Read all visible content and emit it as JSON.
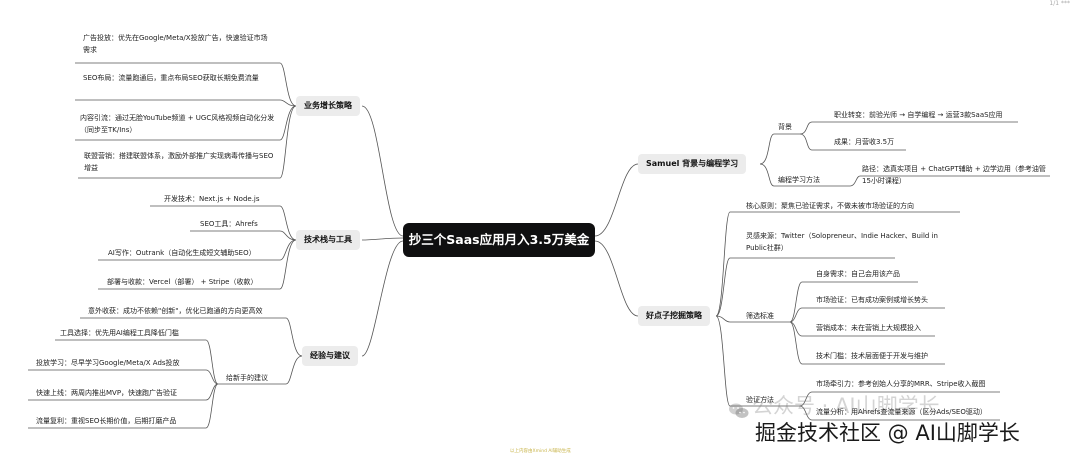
{
  "title": "抄三个Saas应用月入3.5万美金",
  "corner_mark": "1/1 ***",
  "branches": {
    "business": {
      "label": "业务增长策略",
      "items": [
        "广告投放：优先在Google/Meta/X投放广告，快速验证市场需求",
        "SEO布局：流量跑通后，重点布局SEO获取长期免费流量",
        "内容引流：通过无脸YouTube频道 + UGC风格视频自动化分发（同步至TK/Ins）",
        "联盟营销：搭建联盟体系，激励外部推广实现病毒传播与SEO增益"
      ]
    },
    "tech": {
      "label": "技术栈与工具",
      "items": [
        "开发技术：Next.js + Node.js",
        "SEO工具：Ahrefs",
        "AI写作：Outrank（自动化生成短文辅助SEO）",
        "部署与收款：Vercel（部署） + Stripe（收款）"
      ]
    },
    "experience": {
      "label": "经验与建议",
      "top_item": "意外收获：成功不依赖\"创新\"，优化已跑通的方向更高效",
      "sub_label": "给新手的建议",
      "sub_items": [
        "工具选择：优先用AI编程工具降低门槛",
        "投放学习：尽早学习Google/Meta/X Ads投放",
        "快速上线：两周内推出MVP，快速跑广告验证",
        "流量复利：重视SEO长期价值，后期打磨产品"
      ]
    },
    "samuel": {
      "label": "Samuel 背景与编程学习",
      "background_label": "背景",
      "background_items": [
        "职业转变：前验光师 → 自学编程 → 运营3款SaaS应用",
        "成果：月营收3.5万"
      ],
      "method_label": "编程学习方法",
      "method_item": "路径：选真实项目 + ChatGPT辅助 + 边学边用（参考油管15小时课程）"
    },
    "ideas": {
      "label": "好点子挖掘策略",
      "core": "核心原则：聚焦已验证需求，不做未被市场验证的方向",
      "inspiration": "灵感来源：Twitter（Solopreneur、Indie Hacker、Build in Public社群）",
      "filter_label": "筛选标准",
      "filter_items": [
        "自身需求：自己会用该产品",
        "市场验证：已有成功案例或增长势头",
        "营销成本：未在营销上大规模投入",
        "技术门槛：技术层面便于开发与维护"
      ],
      "verify_label": "验证方法",
      "verify_items": [
        "市场牵引力：参考创始人分享的MRR、Stripe收入截图",
        "流量分析：用Ahrefs查流量来源（区分Ads/SEO驱动）"
      ]
    }
  },
  "footer_note": "以上内容由Xmind AI辅助生成",
  "watermark": {
    "top": "公众号 · AI山脚学长",
    "bottom": "掘金技术社区 @ AI山脚学长"
  },
  "colors": {
    "center_bg": "#0f0f10",
    "branch_bg": "#ececec",
    "line": "#555555"
  }
}
